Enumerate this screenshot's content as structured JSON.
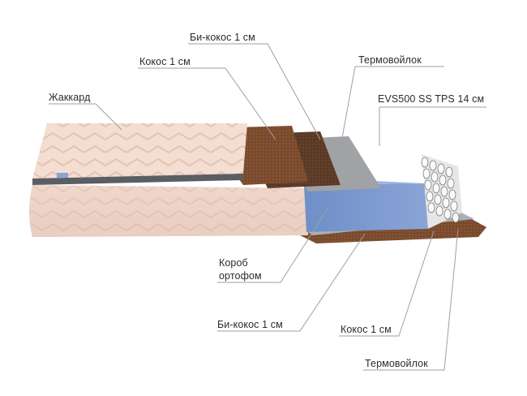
{
  "labels": {
    "jacquard": "Жаккард",
    "coconut_top": "Кокос 1 см",
    "bicoconut_top": "Би-кокос 1 см",
    "thermofelt_top": "Термовойлок",
    "springs": "EVS500 SS TPS 14 см",
    "box_line1": "Короб",
    "box_line2": "ортофом",
    "bicoconut_bottom": "Би-кокос 1 см",
    "coconut_bottom": "Кокос 1 см",
    "thermofelt_bottom": "Термовойлок"
  },
  "colors": {
    "cover": "#f3dcd0",
    "coconut": "#7a4a2e",
    "felt": "#a9b0b8",
    "foam_box": "#6f8fc8",
    "spring": "#f2f2f2",
    "leader": "#9aa0a6"
  }
}
